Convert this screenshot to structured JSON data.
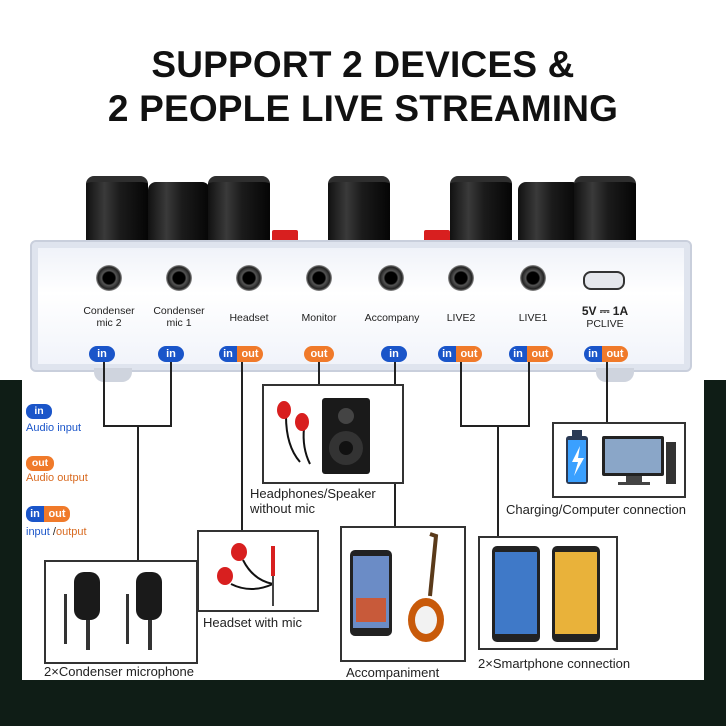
{
  "headline": {
    "line1": "SUPPORT 2 DEVICES &",
    "line2": "2 PEOPLE LIVE STREAMING"
  },
  "ports": [
    {
      "label": "Condenser mic 2",
      "l1": "Condenser",
      "l2": "mic 2",
      "badge": "in"
    },
    {
      "label": "Condenser mic 1",
      "l1": "Condenser",
      "l2": "mic 1",
      "badge": "in"
    },
    {
      "label": "Headset",
      "l1": "Headset",
      "l2": "",
      "badge": "in out"
    },
    {
      "label": "Monitor",
      "l1": "Monitor",
      "l2": "",
      "badge": "out"
    },
    {
      "label": "Accompany",
      "l1": "Accompany",
      "l2": "",
      "badge": "in"
    },
    {
      "label": "LIVE2",
      "l1": "LIVE2",
      "l2": "",
      "badge": "in out"
    },
    {
      "label": "LIVE1",
      "l1": "LIVE1",
      "l2": "",
      "badge": "in out"
    }
  ],
  "usb": {
    "l1": "5V ⎓ 1A",
    "l2": "PCLIVE"
  },
  "badges": {
    "in": "in",
    "out": "out"
  },
  "legend": {
    "in_label": "Audio input",
    "out_label": "Audio output",
    "inout_in": "input",
    "inout_sep": " /",
    "inout_out": "output"
  },
  "captions": {
    "headphones": "Headphones/Speaker",
    "headphones_2": "without mic",
    "charging": "Charging/Computer connection",
    "headset": "Headset with mic",
    "accompaniment": "Accompaniment",
    "smartphones": "2×Smartphone connection",
    "mics": "2×Condenser microphone"
  },
  "colors": {
    "in": "#1a55c9",
    "out": "#f07a2a",
    "background": "#0f1d16"
  }
}
